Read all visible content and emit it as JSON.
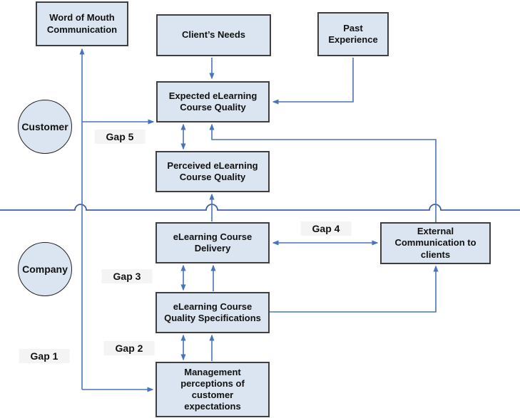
{
  "colors": {
    "line": "#4a74b8",
    "divider": "#3c5ea9",
    "box_fill": "#dbe5f1",
    "box_border": "#3f3f3f",
    "gap_label_bg": "#f4f4f4",
    "text": "#111111",
    "bg": "#ffffff"
  },
  "regions": {
    "customer_label": "Customer",
    "company_label": "Company"
  },
  "boxes": {
    "word_of_mouth": "Word of Mouth\nCommunication",
    "clients_needs": "Client’s Needs",
    "past_experience": "Past\nExperience",
    "expected_quality": "Expected eLearning\nCourse Quality",
    "perceived_quality": "Perceived eLearning\nCourse Quality",
    "course_delivery": "eLearning Course\nDelivery",
    "quality_specifications": "eLearning Course\nQuality Specifications",
    "management_perceptions": "Management\nperceptions of\ncustomer\nexpectations",
    "external_communication": "External\nCommunication to\nclients"
  },
  "gap_labels": {
    "gap1": "Gap 1",
    "gap2": "Gap 2",
    "gap3": "Gap 3",
    "gap4": "Gap 4",
    "gap5": "Gap 5"
  }
}
